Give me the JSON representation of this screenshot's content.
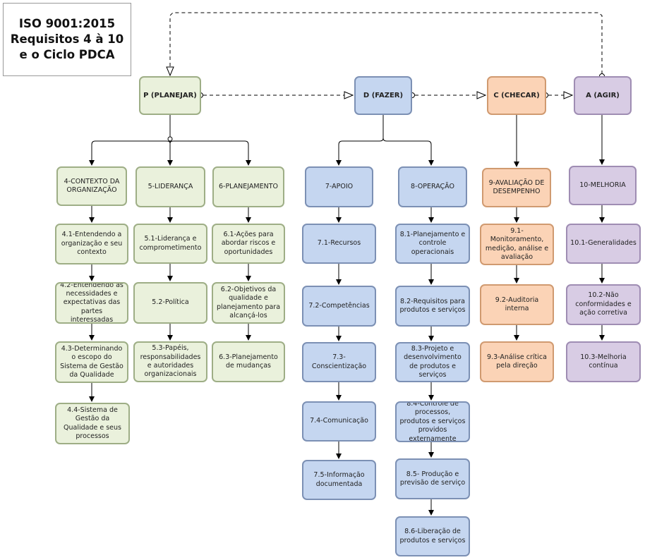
{
  "title": {
    "line1": "ISO 9001:2015",
    "line2": "Requisitos 4 à 10",
    "line3": "e o Ciclo PDCA"
  },
  "colors": {
    "green": "#eaf1dc",
    "blue": "#c5d6f0",
    "orange": "#fbd3b6",
    "purple": "#d8cce4",
    "line": "#000000"
  },
  "phases": {
    "plan": {
      "label": "P (PLANEJAR)"
    },
    "do": {
      "label": "D (FAZER)"
    },
    "check": {
      "label": "C (CHECAR)"
    },
    "act": {
      "label": "A (AGIR)"
    }
  },
  "sections": {
    "s4": {
      "heading": "4-CONTEXTO DA ORGANIZAÇÃO",
      "items": [
        "4.1-Entendendo a organização e seu contexto",
        "4.2-Entendendo as necessidades e expectativas das partes interessadas",
        "4.3-Determinando o escopo do Sistema de Gestão da Qualidade",
        "4.4-Sistema de Gestão da Qualidade e seus processos"
      ]
    },
    "s5": {
      "heading": "5-LIDERANÇA",
      "items": [
        "5.1-Liderança e comprometimento",
        "5.2-Política",
        "5.3-Papéis, responsabilidades e autoridades organizacionais"
      ]
    },
    "s6": {
      "heading": "6-PLANEJAMENTO",
      "items": [
        "6.1-Ações para abordar riscos e oportunidades",
        "6.2-Objetivos da qualidade e planejamento para alcançá-los",
        "6.3-Planejamento de mudanças"
      ]
    },
    "s7": {
      "heading": "7-APOIO",
      "items": [
        "7.1-Recursos",
        "7.2-Competências",
        "7.3-Conscientização",
        "7.4-Comunicação",
        "7.5-Informação documentada"
      ]
    },
    "s8": {
      "heading": "8-OPERAÇÃO",
      "items": [
        "8.1-Planejamento e controle operacionais",
        "8.2-Requisitos para produtos e serviços",
        "8.3-Projeto e desenvolvimento de produtos e serviços",
        "8.4-Controle de processos, produtos e serviços providos externamente",
        "8.5- Produção e previsão de serviço",
        "8.6-Liberação de produtos e serviços"
      ]
    },
    "s9": {
      "heading": "9-AVALIAÇÃO DE DESEMPENHO",
      "items": [
        "9.1-Monitoramento, medição, análise e avaliação",
        "9.2-Auditoria interna",
        "9.3-Análise crítica pela direção"
      ]
    },
    "s10": {
      "heading": "10-MELHORIA",
      "items": [
        "10.1-Generalidades",
        "10.2-Não conformidades e ação corretiva",
        "10.3-Melhoria contínua"
      ]
    }
  }
}
